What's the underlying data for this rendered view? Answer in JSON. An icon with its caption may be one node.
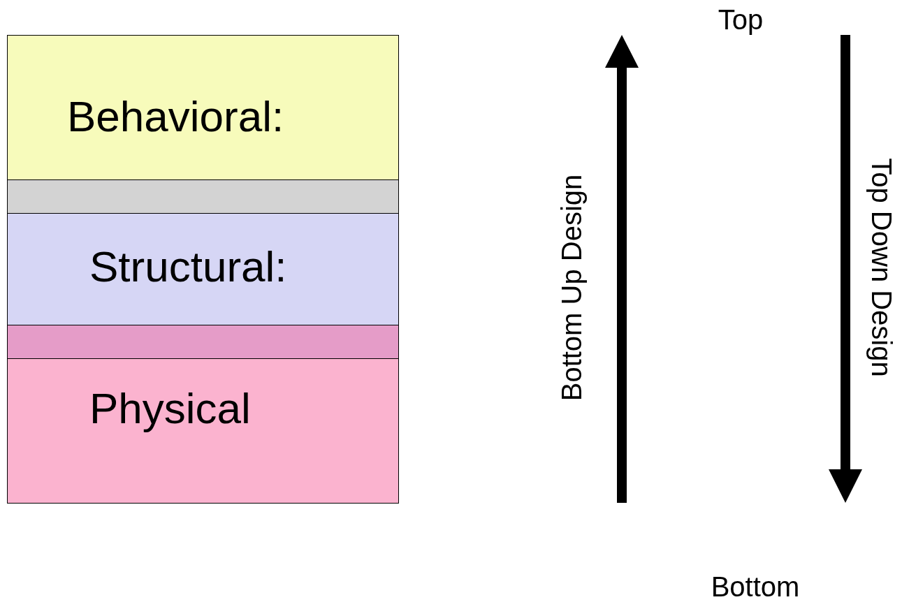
{
  "diagram": {
    "nodes": [
      {
        "text": [
          "Behavioral:"
        ]
      },
      {
        "text": [],
        "shape": "bar"
      },
      {
        "text": [
          "Structural:"
        ]
      },
      {
        "text": [],
        "shape": "bar"
      },
      {
        "text": [
          "Physical"
        ]
      }
    ],
    "labels": [
      "Top",
      "Bottom Up Design",
      "Top Down Design",
      "Bottom"
    ]
  }
}
